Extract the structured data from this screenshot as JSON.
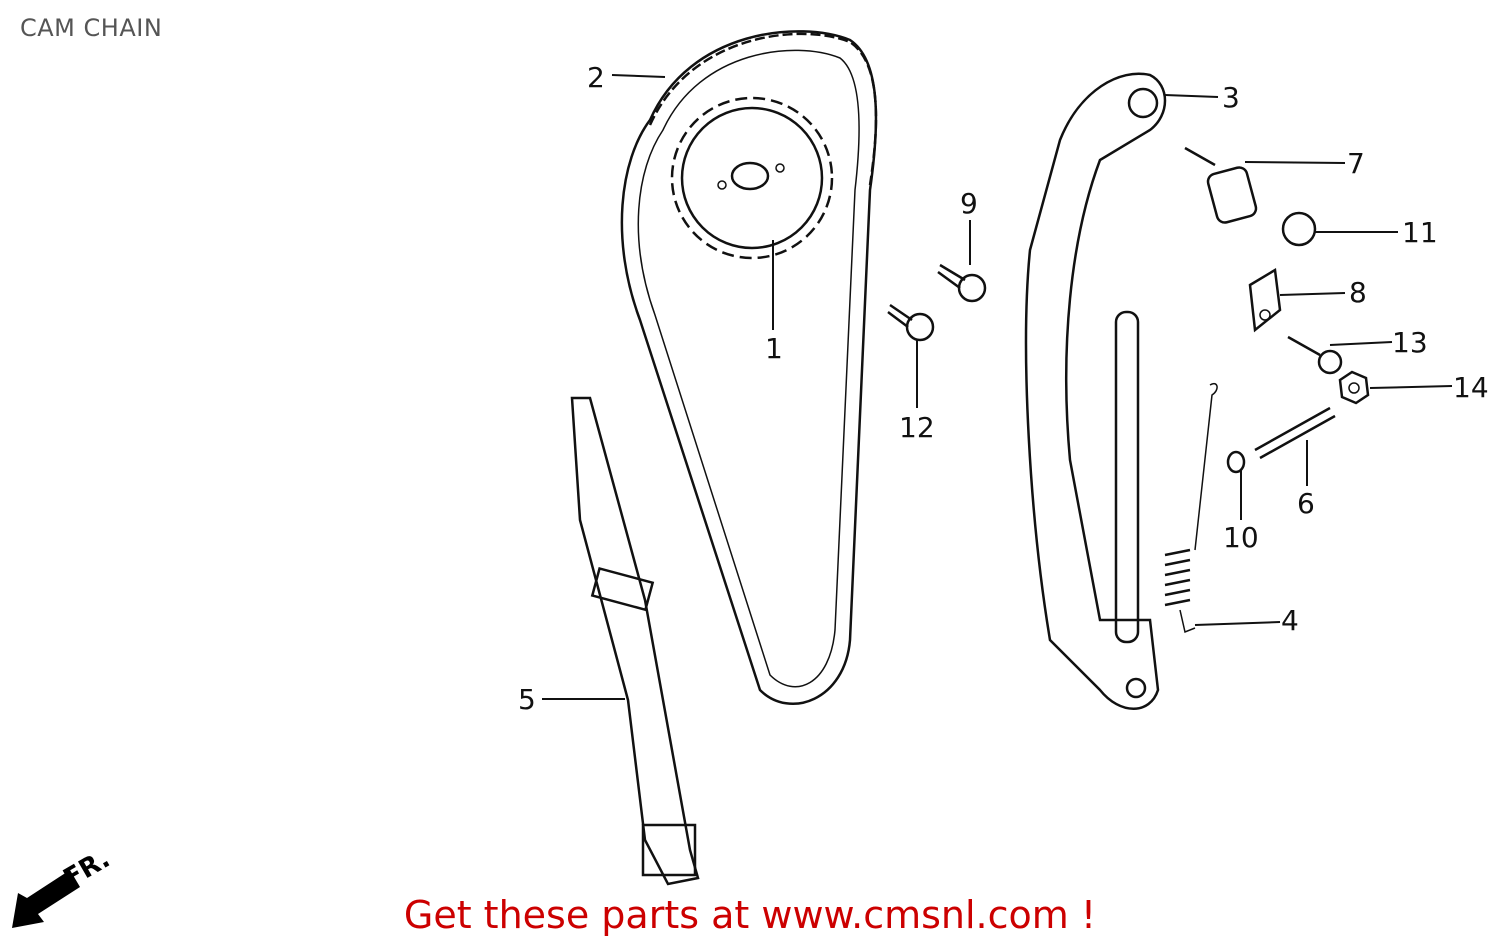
{
  "title": "CAM CHAIN",
  "footer": "Get these parts at www.cmsnl.com !",
  "direction_marker": "FR.",
  "callouts": {
    "p1": "1",
    "p2": "2",
    "p3": "3",
    "p4": "4",
    "p5": "5",
    "p6": "6",
    "p7": "7",
    "p8": "8",
    "p9": "9",
    "p10": "10",
    "p11": "11",
    "p12": "12",
    "p13": "13",
    "p14": "14"
  },
  "colors": {
    "footer": "#cc0000",
    "title": "#555555"
  }
}
